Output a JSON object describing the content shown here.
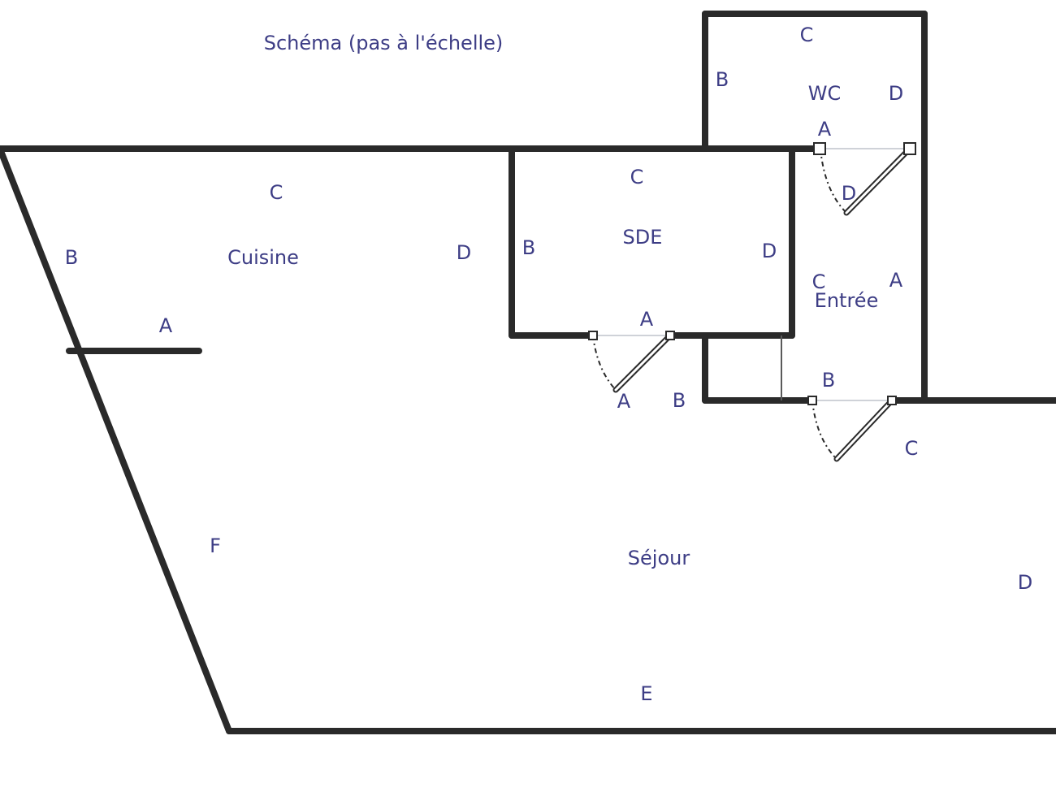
{
  "title": "Schéma (pas à l'échelle)",
  "rooms": {
    "wc": "WC",
    "sde": "SDE",
    "cuisine": "Cuisine",
    "entree": "Entrée",
    "sejour": "Séjour"
  },
  "wall_labels": {
    "wc_c": "C",
    "wc_b": "B",
    "wc_d": "D",
    "wc_door_a": "A",
    "wc_door_d": "D",
    "cuisine_c": "C",
    "cuisine_b": "B",
    "cuisine_a": "A",
    "cuisine_d": "D",
    "sde_c": "C",
    "sde_b": "B",
    "sde_d": "D",
    "sde_door_a": "A",
    "sde_door_a2": "A",
    "entree_c": "C",
    "entree_a": "A",
    "entree_b": "B",
    "entree_door_c": "C",
    "sejour_b": "B",
    "sejour_f": "F",
    "sejour_d": "D",
    "sejour_e": "E"
  }
}
